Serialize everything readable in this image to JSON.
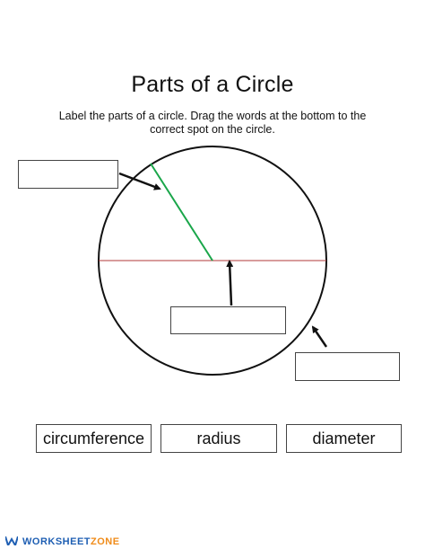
{
  "worksheet": {
    "title": "Parts of a Circle",
    "instructions": "Label the parts of a circle. Drag the words at the bottom to the correct spot on the circle."
  },
  "drop_zones": [
    "",
    "",
    ""
  ],
  "word_bank": [
    "circumference",
    "radius",
    "diameter"
  ],
  "colors": {
    "radius_line": "#1aa64a",
    "diameter_line": "#b03a3a",
    "outline": "#111111",
    "brand_blue": "#1f5fb3",
    "brand_orange": "#f08c1a"
  },
  "footer": {
    "logo_icon": "worksheetzone-logo-icon",
    "brand_part1": "WORKSHEET",
    "brand_part2": "ZONE"
  }
}
